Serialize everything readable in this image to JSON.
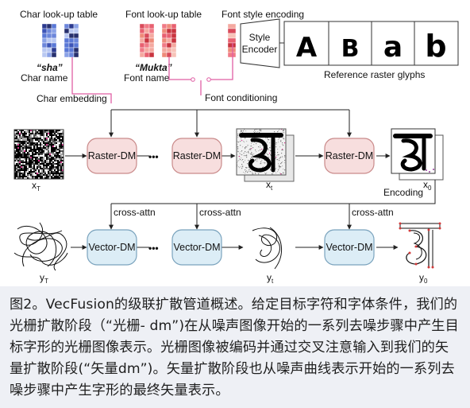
{
  "labels": {
    "char_table": "Char look-up table",
    "font_table": "Font look-up table",
    "font_style_encoding": "Font style encoding",
    "style_encoder": "Style Encoder",
    "char_sample": "“sha”",
    "char_name": "Char name",
    "font_sample": "“Mukta”",
    "font_name": "Font name",
    "reference_glyphs": "Reference raster glyphs",
    "char_embedding": "Char embedding",
    "font_conditioning": "Font conditioning",
    "encoding": "Encoding"
  },
  "reference_glyphs": [
    "A",
    "B",
    "a",
    "b"
  ],
  "raster_stage": {
    "modules": [
      "Raster-DM",
      "Raster-DM",
      "Raster-DM"
    ],
    "states": [
      {
        "name": "x",
        "sub": "T"
      },
      {
        "name": "x",
        "sub": "t"
      },
      {
        "name": "x",
        "sub": "0"
      }
    ]
  },
  "vector_stage": {
    "modules": [
      "Vector-DM",
      "Vector-DM",
      "Vector-DM"
    ],
    "cross_attn": [
      "cross-attn",
      "cross-attn",
      "cross-attn"
    ],
    "states": [
      {
        "name": "y",
        "sub": "T"
      },
      {
        "name": "y",
        "sub": "t"
      },
      {
        "name": "y",
        "sub": "0"
      }
    ]
  },
  "ellipsis": "•••",
  "colors": {
    "raster_module": "#f7dede",
    "raster_module_border": "#c98a8a",
    "vector_module": "#dcedf6",
    "vector_module_border": "#7aa3bd",
    "pink_line": "#e05fa5",
    "caption_bg": "#eef0f5"
  },
  "caption": "图2。VecFusion的级联扩散管道概述。给定目标字符和字体条件，我们的光栅扩散阶段（“光栅- dm”)在从噪声图像开始的一系列去噪步骤中产生目标字形的光栅图像表示。光栅图像被编码并通过交叉注意输入到我们的矢量扩散阶段(“矢量dm”)。矢量扩散阶段也从噪声曲线表示开始的一系列去噪步骤中产生字形的最终矢量表示。"
}
